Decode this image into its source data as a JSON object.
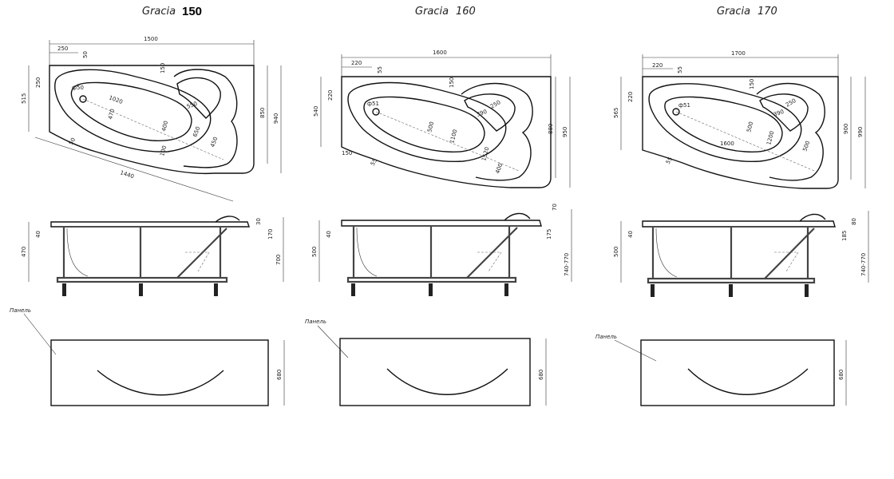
{
  "models": [
    {
      "name": "Gracia",
      "size": "150",
      "plan": {
        "overall_width": "1500",
        "offset_a": "250",
        "offset_b": "50",
        "left_height": "515",
        "left_inner": "250",
        "right_a": "850",
        "right_b": "940",
        "diag": "1440",
        "drain": "ф50",
        "inner_len": "1020",
        "inner_w": "470",
        "mid_w": "400",
        "low": "100",
        "bot": "50",
        "curve_a": "550",
        "curve_b": "650",
        "curve_c": "450",
        "top_small": "150"
      },
      "side": {
        "left_h": "470",
        "left_small": "40",
        "right_h": "700",
        "rim": "30",
        "rim_b": "170"
      },
      "panel": {
        "label": "Панель",
        "height": "680"
      }
    },
    {
      "name": "Gracia",
      "size": "160",
      "plan": {
        "overall_width": "1600",
        "offset_a": "220",
        "offset_b": "55",
        "left_height": "540",
        "left_inner": "220",
        "right_a": "880",
        "right_b": "950",
        "bot_left": "150",
        "drain": "ф51",
        "inner_len": "1100",
        "inner_w": "500",
        "mid_w": "1520",
        "bot": "55",
        "curve_a": "250",
        "curve_b": "390",
        "curve_c": "400",
        "top_small": "150"
      },
      "side": {
        "left_h": "500",
        "left_small": "40",
        "right_h": "740-770",
        "rim": "70",
        "rim_b": "175"
      },
      "panel": {
        "label": "Панель",
        "height": "680"
      }
    },
    {
      "name": "Gracia",
      "size": "170",
      "plan": {
        "overall_width": "1700",
        "offset_a": "220",
        "offset_b": "55",
        "left_height": "565",
        "left_inner": "220",
        "right_a": "900",
        "right_b": "990",
        "drain": "ф51",
        "inner_len": "1600",
        "inner_w": "500",
        "mid_w": "1200",
        "bot": "55",
        "curve_a": "250",
        "curve_b": "390",
        "curve_c": "500",
        "top_small": "150"
      },
      "side": {
        "left_h": "500",
        "left_small": "40",
        "right_h": "740-770",
        "rim": "80",
        "rim_b": "185"
      },
      "panel": {
        "label": "Панель",
        "height": "680"
      }
    }
  ]
}
